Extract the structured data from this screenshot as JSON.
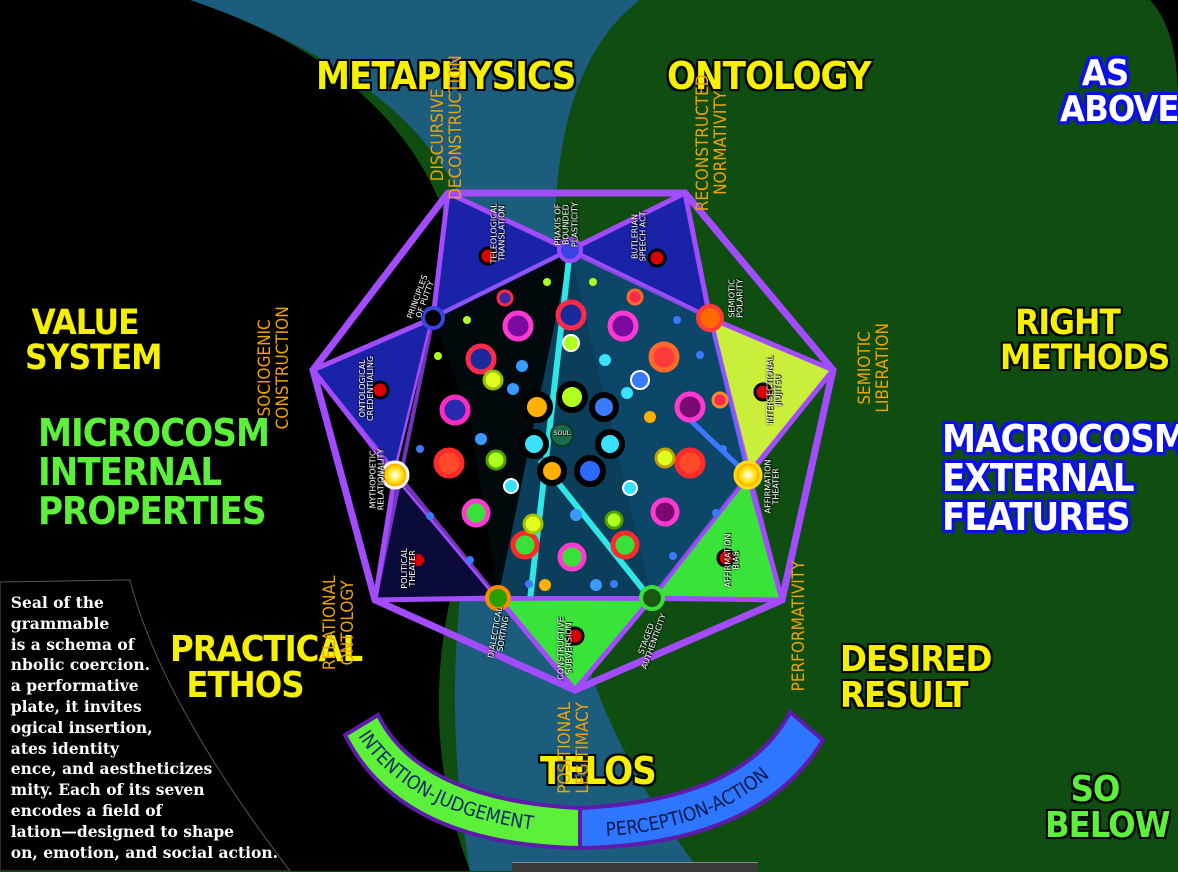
{
  "corner_labels": {
    "metaphysics": "METAPHYSICS",
    "ontology": "ONTOLOGY",
    "as_above": [
      "AS",
      "ABOVE"
    ],
    "value_system": [
      "VALUE",
      "SYSTEM"
    ],
    "right_methods": [
      "RIGHT",
      "METHODS"
    ],
    "microcosm": [
      "MICROCOSM",
      "INTERNAL",
      "PROPERTIES"
    ],
    "macrocosm": [
      "MACROCOSM",
      "EXTERNAL",
      "FEATURES"
    ],
    "practical_ethos": [
      "PRACTICAL",
      "ETHOS"
    ],
    "desired_result": [
      "DESIRED",
      "RESULT"
    ],
    "telos": "TELOS",
    "so_below": [
      "SO",
      "BELOW"
    ]
  },
  "axis_labels": {
    "discursive": [
      "DISCURSIVE",
      "DECONSTRUCTION"
    ],
    "reconstructed": [
      "RECONSTRUCTED",
      "NORMATIVITY"
    ],
    "sociogenic": [
      "SOCIOGENIC",
      "CONSTRUCTION"
    ],
    "semiotic": [
      "SEMIOTIC",
      "LIBERATION"
    ],
    "relational": [
      "RELATIONAL",
      "ONTOLOGY"
    ],
    "performativity": "PERFORMATIVITY",
    "positional": [
      "POSITIONAL",
      "LEGITIMACY"
    ]
  },
  "vertex_labels": {
    "praxis": [
      "PRAXIS OF",
      "BOUNDED",
      "PLASTICITY"
    ],
    "teleological": [
      "TELEOLOGICAL",
      "TRANSLATION"
    ],
    "butlerian": [
      "BUTLERIAN",
      "SPEECH ACT"
    ],
    "principles": [
      "PRINCIPLES",
      "OF PUTTY"
    ],
    "semiotic_polarity": [
      "SEMIOTIC",
      "POLARITY"
    ],
    "ontological": [
      "ONTOLOGICAL",
      "CREDENTIALING"
    ],
    "intersectional": [
      "INTERSECTIONAL",
      "JIUJITSU"
    ],
    "mythopoetic": [
      "MYTHOPOETIC",
      "RELATIONALITY"
    ],
    "affirmation_theater": [
      "AFFIRMATION",
      "THEATER"
    ],
    "political": [
      "POLITICAL",
      "THEATER"
    ],
    "affirmation_bias": [
      "AFFIRMATION",
      "BIAS"
    ],
    "dialectical": [
      "DIALECTICAL",
      "SORTING"
    ],
    "staged": [
      "STAGED",
      "AUTHENTICITY"
    ],
    "constructive": [
      "CONSTRUCTIVE",
      "SUBVERSION"
    ],
    "center": "SOUL"
  },
  "arc": {
    "left_label": "INTENTION-JUDGEMENT",
    "right_label": "PERCEPTION-ACTION"
  },
  "seal_text": "  Seal of the\n  grammable\n  is a schema of\n  nbolic coercion.\n  a performative\n  plate, it invites\n  ogical insertion,\n  ates identity\n  ence, and aestheticizes\n  mity. Each of its seven\n  encodes a field of\n  lation—designed to shape\n  on, emotion, and social action.",
  "colors": {
    "bg_green": "#0f4d10",
    "bg_teal": "#1c5d7d",
    "bg_black": "#000000",
    "star_stroke": "#a24bff",
    "arc_green": "#5cf03a",
    "arc_blue": "#2e75ff",
    "label_yellow": "#f4f000"
  }
}
